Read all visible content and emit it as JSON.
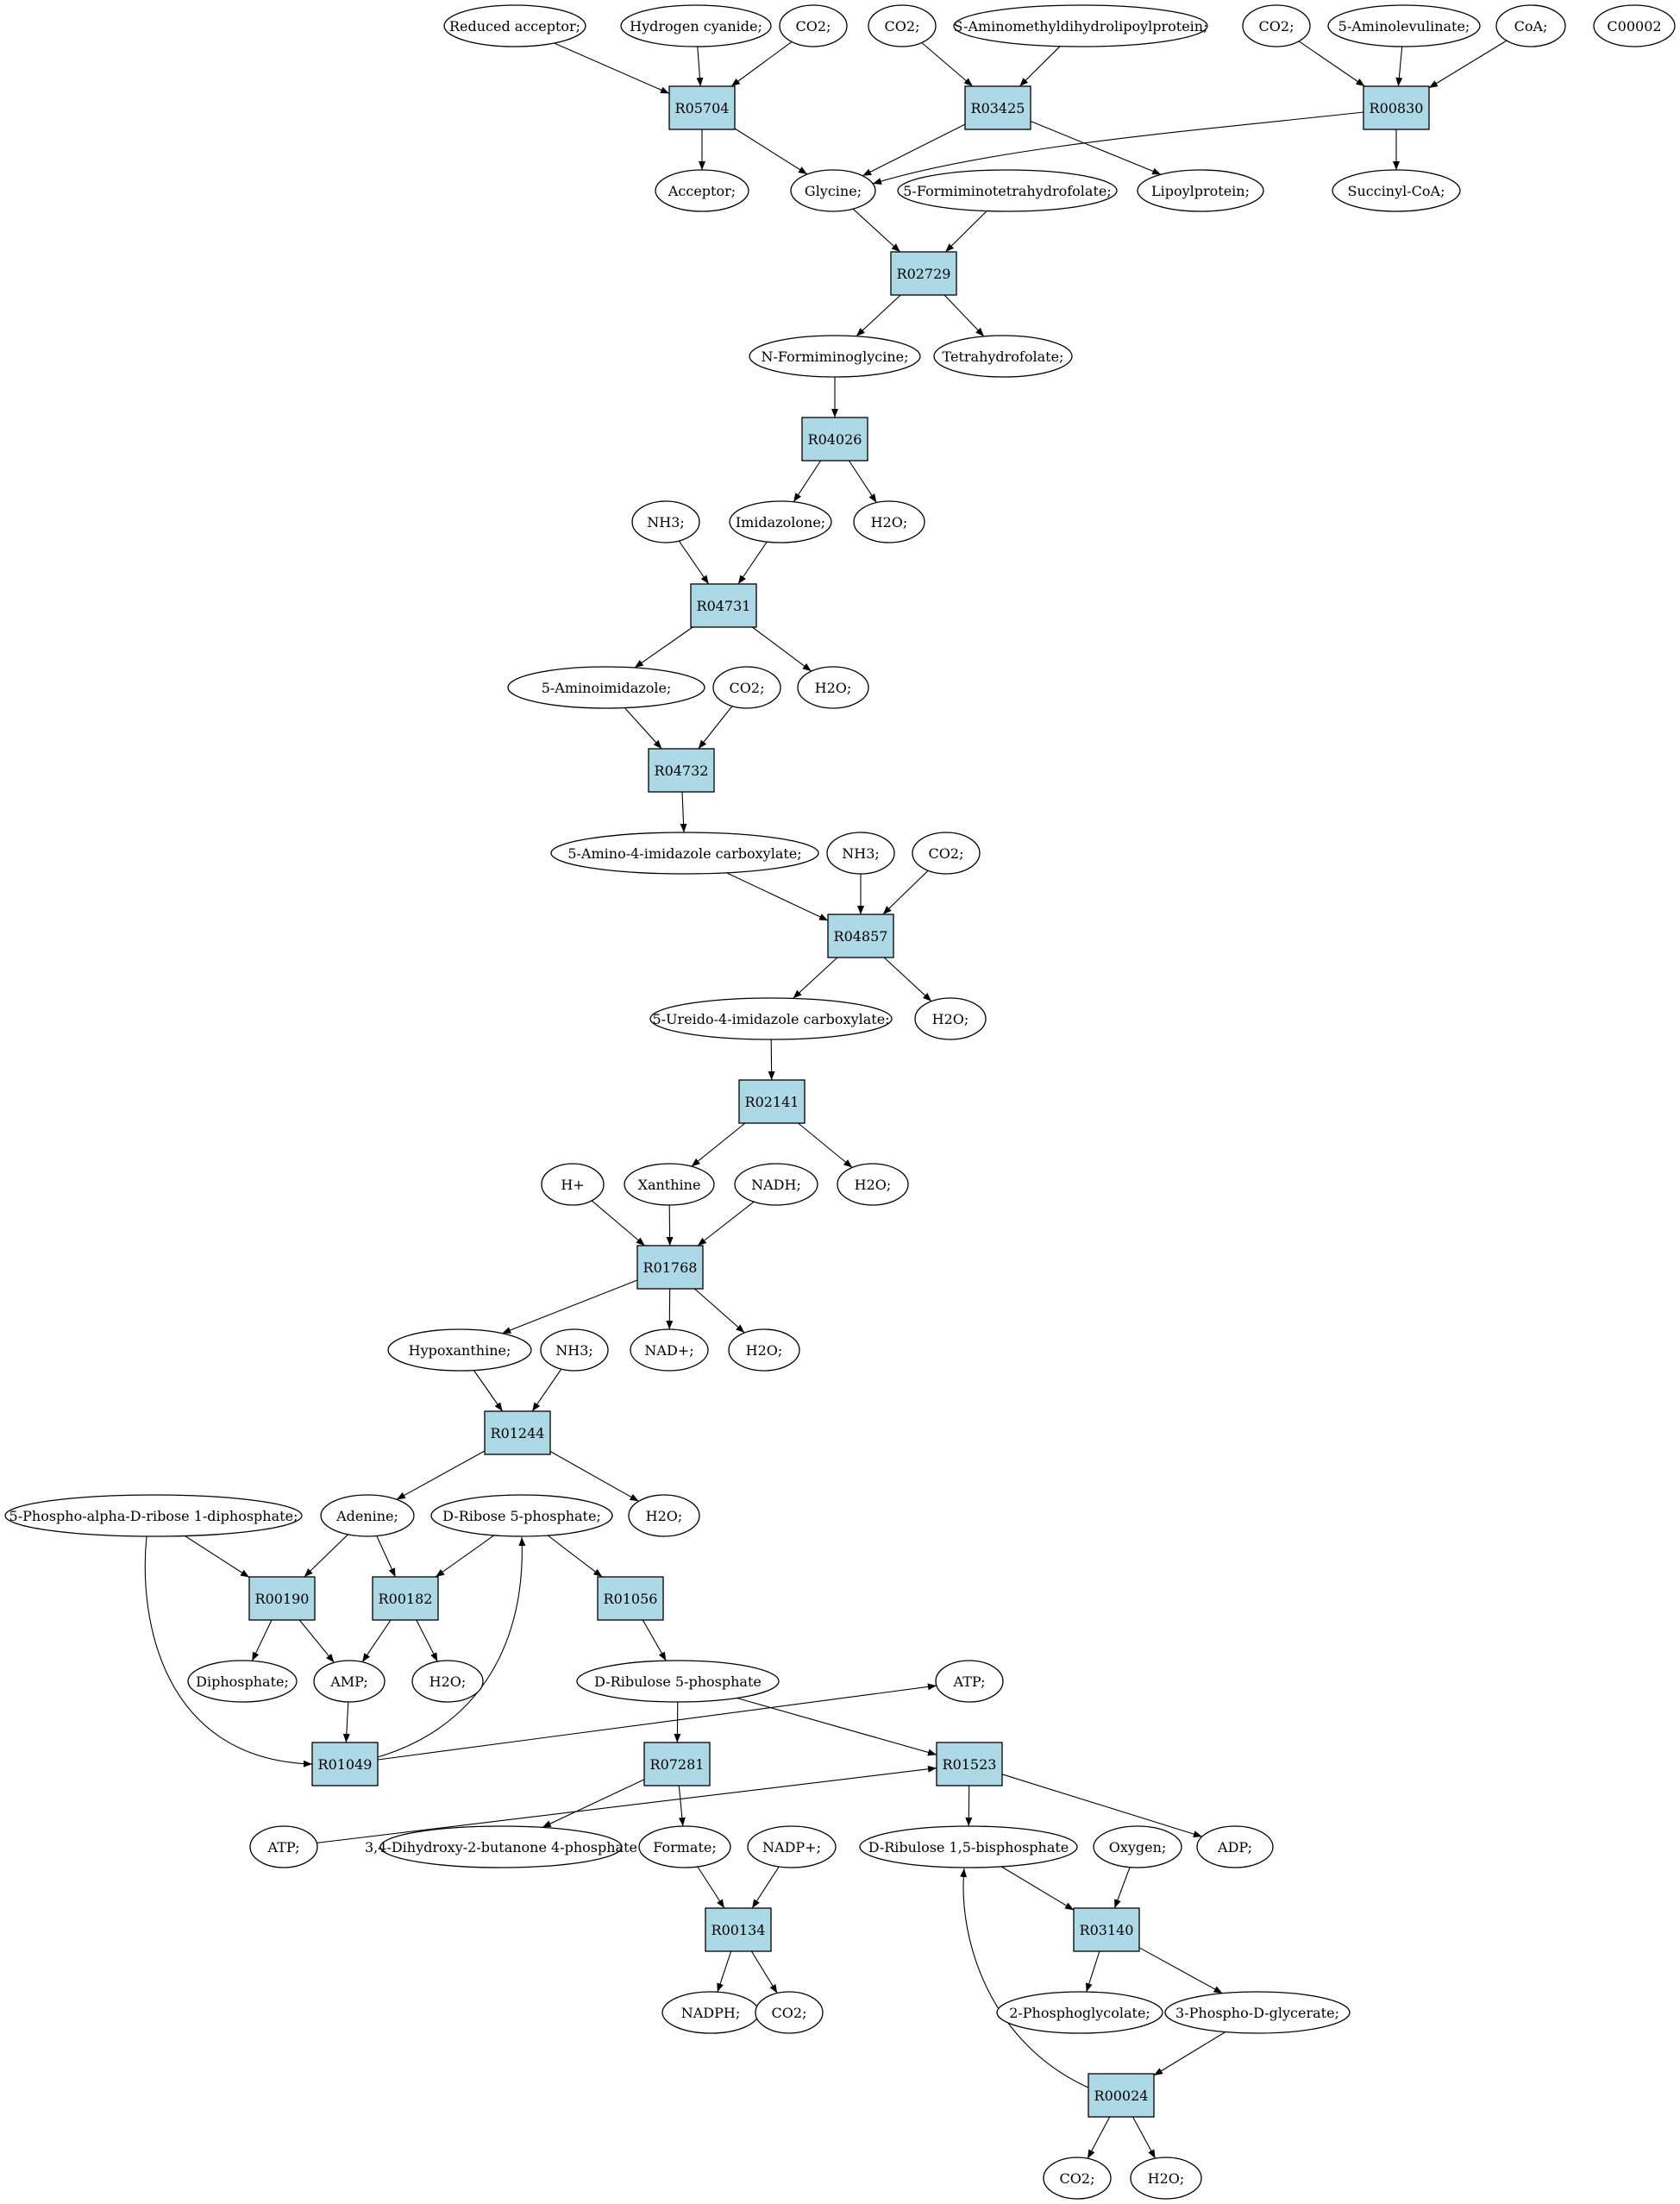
{
  "diagram": {
    "type": "metabolic pathway graph",
    "colors": {
      "reaction_fill": "#add8e6",
      "compound_fill": "#ffffff",
      "highlight_green": "#00ff00",
      "highlight_yellow": "#ffff00",
      "stroke": "#000000"
    },
    "reactions": [
      {
        "id": "r05704",
        "label": "R05704"
      },
      {
        "id": "r03425",
        "label": "R03425"
      },
      {
        "id": "r00830",
        "label": "R00830"
      },
      {
        "id": "r02729",
        "label": "R02729"
      },
      {
        "id": "r04026",
        "label": "R04026"
      },
      {
        "id": "r04731",
        "label": "R04731"
      },
      {
        "id": "r04732",
        "label": "R04732"
      },
      {
        "id": "r04857",
        "label": "R04857"
      },
      {
        "id": "r02141",
        "label": "R02141"
      },
      {
        "id": "r01768",
        "label": "R01768"
      },
      {
        "id": "r01244",
        "label": "R01244"
      },
      {
        "id": "r00190",
        "label": "R00190"
      },
      {
        "id": "r00182",
        "label": "R00182"
      },
      {
        "id": "r01056",
        "label": "R01056"
      },
      {
        "id": "r01049",
        "label": "R01049"
      },
      {
        "id": "r07281",
        "label": "R07281"
      },
      {
        "id": "r01523",
        "label": "R01523"
      },
      {
        "id": "r00134",
        "label": "R00134"
      },
      {
        "id": "r03140",
        "label": "R03140"
      },
      {
        "id": "r00024",
        "label": "R00024"
      }
    ],
    "compounds": [
      {
        "id": "reduced_acceptor",
        "label": "Reduced acceptor;"
      },
      {
        "id": "hcn",
        "label": "Hydrogen cyanide;"
      },
      {
        "id": "co2_a",
        "label": "CO2;"
      },
      {
        "id": "co2_b",
        "label": "CO2;"
      },
      {
        "id": "s_amino",
        "label": "S-Aminomethyldihydrolipoylprotein;"
      },
      {
        "id": "co2_c",
        "label": "CO2;"
      },
      {
        "id": "ala5",
        "label": "5-Aminolevulinate;"
      },
      {
        "id": "coa",
        "label": "CoA;"
      },
      {
        "id": "c00002",
        "label": "C00002",
        "highlight": "yellow"
      },
      {
        "id": "acceptor",
        "label": "Acceptor;"
      },
      {
        "id": "glycine",
        "label": "Glycine;"
      },
      {
        "id": "formimino_thf",
        "label": "5-Formiminotetrahydrofolate;"
      },
      {
        "id": "lipoyl",
        "label": "Lipoylprotein;"
      },
      {
        "id": "succinyl",
        "label": "Succinyl-CoA;"
      },
      {
        "id": "nfg",
        "label": "N-Formiminoglycine;"
      },
      {
        "id": "thf",
        "label": "Tetrahydrofolate;"
      },
      {
        "id": "nh3_a",
        "label": "NH3;"
      },
      {
        "id": "imidazolone",
        "label": "Imidazolone;"
      },
      {
        "id": "h2o_a",
        "label": "H2O;"
      },
      {
        "id": "aminoimid",
        "label": "5-Aminoimidazole;"
      },
      {
        "id": "co2_d",
        "label": "CO2;"
      },
      {
        "id": "h2o_b",
        "label": "H2O;"
      },
      {
        "id": "aic",
        "label": "5-Amino-4-imidazole carboxylate;"
      },
      {
        "id": "nh3_b",
        "label": "NH3;"
      },
      {
        "id": "co2_e",
        "label": "CO2;"
      },
      {
        "id": "uic",
        "label": "5-Ureido-4-imidazole carboxylate;"
      },
      {
        "id": "h2o_c",
        "label": "H2O;"
      },
      {
        "id": "hplus",
        "label": "H+"
      },
      {
        "id": "xanthine",
        "label": "Xanthine"
      },
      {
        "id": "nadh",
        "label": "NADH;"
      },
      {
        "id": "h2o_d",
        "label": "H2O;"
      },
      {
        "id": "hypoxanthine",
        "label": "Hypoxanthine;"
      },
      {
        "id": "nh3_c",
        "label": "NH3;"
      },
      {
        "id": "nadp_ox",
        "label": "NAD+;"
      },
      {
        "id": "h2o_e",
        "label": "H2O;"
      },
      {
        "id": "prpp",
        "label": "5-Phospho-alpha-D-ribose 1-diphosphate;"
      },
      {
        "id": "adenine",
        "label": "Adenine;"
      },
      {
        "id": "r5p",
        "label": "D-Ribose 5-phosphate;",
        "highlight": "green"
      },
      {
        "id": "h2o_f",
        "label": "H2O;"
      },
      {
        "id": "diphosphate",
        "label": "Diphosphate;"
      },
      {
        "id": "amp",
        "label": "AMP;"
      },
      {
        "id": "h2o_g",
        "label": "H2O;"
      },
      {
        "id": "ru5p",
        "label": "D-Ribulose 5-phosphate"
      },
      {
        "id": "atp_a",
        "label": "ATP;"
      },
      {
        "id": "atp_b",
        "label": "ATP;"
      },
      {
        "id": "dhbp",
        "label": "3,4-Dihydroxy-2-butanone 4-phosphate"
      },
      {
        "id": "formate",
        "label": "Formate;"
      },
      {
        "id": "nadpplus",
        "label": "NADP+;"
      },
      {
        "id": "rubp",
        "label": "D-Ribulose 1,5-bisphosphate"
      },
      {
        "id": "oxygen",
        "label": "Oxygen;"
      },
      {
        "id": "adp",
        "label": "ADP;"
      },
      {
        "id": "nadph",
        "label": "NADPH;"
      },
      {
        "id": "co2_f",
        "label": "CO2;"
      },
      {
        "id": "pg2",
        "label": "2-Phosphoglycolate;"
      },
      {
        "id": "pga3",
        "label": "3-Phospho-D-glycerate;"
      },
      {
        "id": "co2_g",
        "label": "CO2;"
      },
      {
        "id": "h2o_h",
        "label": "H2O;"
      }
    ],
    "edges": [
      [
        "reduced_acceptor",
        "r05704"
      ],
      [
        "hcn",
        "r05704"
      ],
      [
        "co2_a",
        "r05704"
      ],
      [
        "r05704",
        "acceptor"
      ],
      [
        "r05704",
        "glycine"
      ],
      [
        "co2_b",
        "r03425"
      ],
      [
        "s_amino",
        "r03425"
      ],
      [
        "r03425",
        "glycine"
      ],
      [
        "r03425",
        "lipoyl"
      ],
      [
        "co2_c",
        "r00830"
      ],
      [
        "ala5",
        "r00830"
      ],
      [
        "coa",
        "r00830"
      ],
      [
        "r00830",
        "glycine"
      ],
      [
        "r00830",
        "succinyl"
      ],
      [
        "glycine",
        "r02729"
      ],
      [
        "formimino_thf",
        "r02729"
      ],
      [
        "r02729",
        "nfg"
      ],
      [
        "r02729",
        "thf"
      ],
      [
        "nfg",
        "r04026"
      ],
      [
        "r04026",
        "imidazolone"
      ],
      [
        "r04026",
        "h2o_a"
      ],
      [
        "nh3_a",
        "r04731"
      ],
      [
        "imidazolone",
        "r04731"
      ],
      [
        "r04731",
        "aminoimid"
      ],
      [
        "r04731",
        "h2o_b"
      ],
      [
        "aminoimid",
        "r04732"
      ],
      [
        "co2_d",
        "r04732"
      ],
      [
        "r04732",
        "aic"
      ],
      [
        "aic",
        "r04857"
      ],
      [
        "nh3_b",
        "r04857"
      ],
      [
        "co2_e",
        "r04857"
      ],
      [
        "r04857",
        "uic"
      ],
      [
        "r04857",
        "h2o_c"
      ],
      [
        "uic",
        "r02141"
      ],
      [
        "r02141",
        "xanthine"
      ],
      [
        "r02141",
        "h2o_d"
      ],
      [
        "hplus",
        "r01768"
      ],
      [
        "xanthine",
        "r01768"
      ],
      [
        "nadh",
        "r01768"
      ],
      [
        "r01768",
        "hypoxanthine"
      ],
      [
        "r01768",
        "nadp_ox"
      ],
      [
        "r01768",
        "h2o_e"
      ],
      [
        "hypoxanthine",
        "r01244"
      ],
      [
        "nh3_c",
        "r01244"
      ],
      [
        "r01244",
        "adenine"
      ],
      [
        "r01244",
        "h2o_f"
      ],
      [
        "prpp",
        "r00190"
      ],
      [
        "adenine",
        "r00190"
      ],
      [
        "r00190",
        "diphosphate"
      ],
      [
        "r00190",
        "amp"
      ],
      [
        "adenine",
        "r00182"
      ],
      [
        "r5p",
        "r00182"
      ],
      [
        "r00182",
        "amp"
      ],
      [
        "r00182",
        "h2o_g"
      ],
      [
        "r5p",
        "r01056"
      ],
      [
        "r01056",
        "ru5p"
      ],
      [
        "prpp",
        "r01049"
      ],
      [
        "amp",
        "r01049"
      ],
      [
        "r01049",
        "atp_a"
      ],
      [
        "r01049",
        "r5p"
      ],
      [
        "ru5p",
        "r07281"
      ],
      [
        "r07281",
        "dhbp"
      ],
      [
        "r07281",
        "formate"
      ],
      [
        "ru5p",
        "r01523"
      ],
      [
        "atp_b",
        "r01523"
      ],
      [
        "r01523",
        "rubp"
      ],
      [
        "r01523",
        "adp"
      ],
      [
        "formate",
        "r00134"
      ],
      [
        "nadpplus",
        "r00134"
      ],
      [
        "r00134",
        "nadph"
      ],
      [
        "r00134",
        "co2_f"
      ],
      [
        "rubp",
        "r03140"
      ],
      [
        "oxygen",
        "r03140"
      ],
      [
        "r03140",
        "pg2"
      ],
      [
        "r03140",
        "pga3"
      ],
      [
        "pga3",
        "r00024"
      ],
      [
        "r00024",
        "co2_g"
      ],
      [
        "r00024",
        "h2o_h"
      ],
      [
        "r00024",
        "rubp"
      ]
    ]
  }
}
